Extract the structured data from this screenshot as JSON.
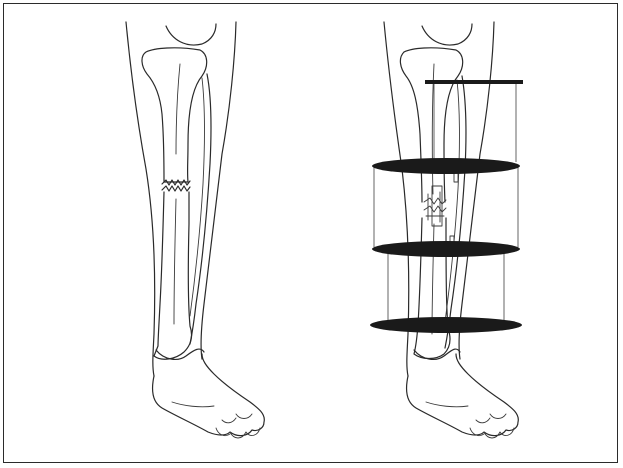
{
  "figure": {
    "panels": [
      {
        "id": "left",
        "content": "leg-with-tibia-fracture"
      },
      {
        "id": "right",
        "content": "leg-with-ring-external-fixator"
      }
    ],
    "colors": {
      "border": "#2b2b2b",
      "line": "#2a2a2a",
      "ring_fill": "#1a1a1a",
      "background": "#ffffff"
    }
  }
}
